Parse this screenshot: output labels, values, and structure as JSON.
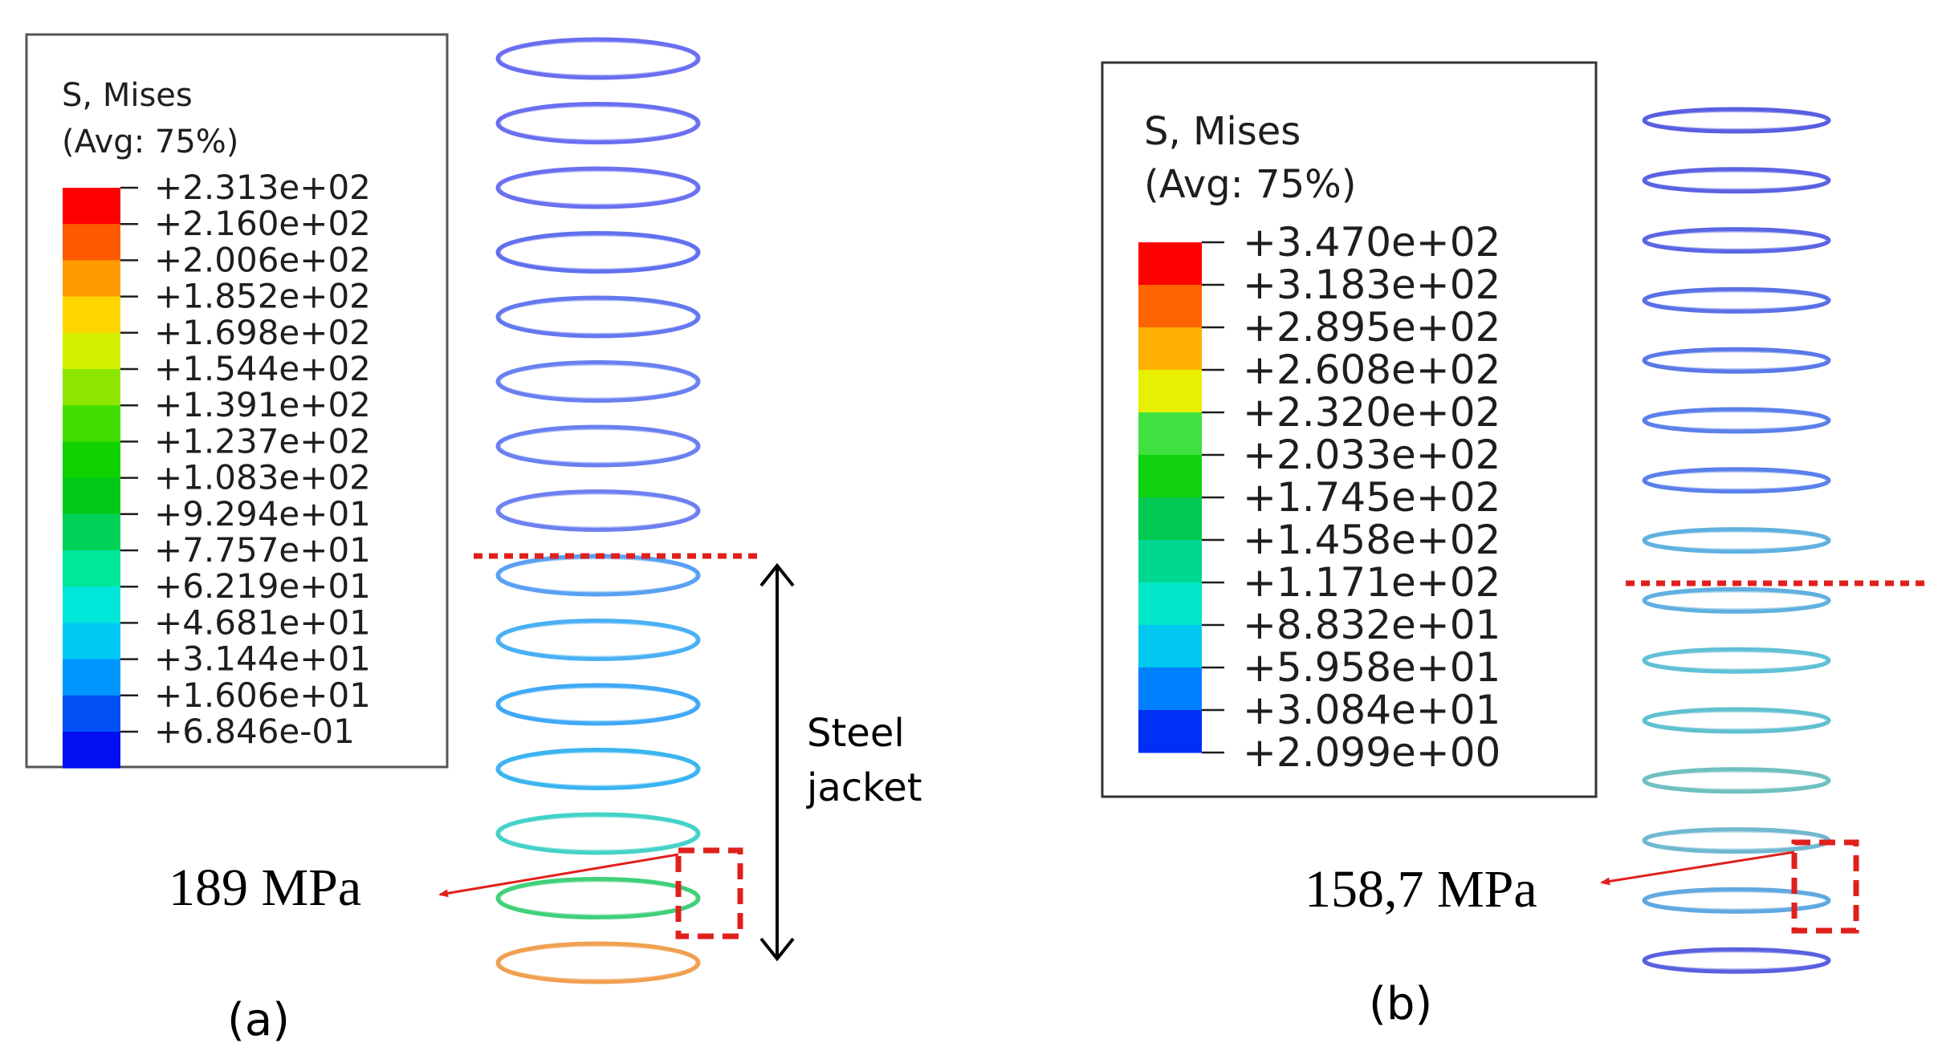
{
  "panels": [
    {
      "id": "a",
      "caption": "(a)",
      "legend": {
        "title_line1": "S, Mises",
        "title_line2": "(Avg: 75%)",
        "labels": [
          "+2.313e+02",
          "+2.160e+02",
          "+2.006e+02",
          "+1.852e+02",
          "+1.698e+02",
          "+1.544e+02",
          "+1.391e+02",
          "+1.237e+02",
          "+1.083e+02",
          "+9.294e+01",
          "+7.757e+01",
          "+6.219e+01",
          "+4.681e+01",
          "+3.144e+01",
          "+1.606e+01",
          "+6.846e-01"
        ],
        "colors": [
          "#ff0000",
          "#ff5a00",
          "#ff9a00",
          "#ffd500",
          "#d2f000",
          "#8ee600",
          "#44dd00",
          "#10d200",
          "#00c819",
          "#00d257",
          "#00e69b",
          "#00e6d8",
          "#00c8f5",
          "#0096ff",
          "#0050f5",
          "#0010f0"
        ]
      },
      "annotation": {
        "stress": "189 MPa",
        "side_label_line1": "Steel",
        "side_label_line2": "jacket"
      },
      "rings": [
        "#6a6ef0",
        "#6a6ef0",
        "#6a70f0",
        "#6070ee",
        "#6478ee",
        "#6a80f0",
        "#6a80f0",
        "#6e80f0",
        "#5aa0f2",
        "#4ab0f4",
        "#40a8f6",
        "#3ab4f0",
        "#44d2c8",
        "#40d07a",
        "#f0a050"
      ]
    },
    {
      "id": "b",
      "caption": "(b)",
      "legend": {
        "title_line1": "S, Mises",
        "title_line2": "(Avg: 75%)",
        "labels": [
          "+3.470e+02",
          "+3.183e+02",
          "+2.895e+02",
          "+2.608e+02",
          "+2.320e+02",
          "+2.033e+02",
          "+1.745e+02",
          "+1.458e+02",
          "+1.171e+02",
          "+8.832e+01",
          "+5.958e+01",
          "+3.084e+01",
          "+2.099e+00"
        ],
        "colors": [
          "#ff0000",
          "#ff6400",
          "#ffb000",
          "#e6f000",
          "#40e040",
          "#10d210",
          "#00c850",
          "#00d890",
          "#00e6c8",
          "#00c8f0",
          "#0080ff",
          "#0030f5"
        ]
      },
      "annotation": {
        "stress": "158,7 MPa"
      },
      "rings": [
        "#5a5ee0",
        "#5a62e2",
        "#5a66e4",
        "#5a70e6",
        "#5a78e8",
        "#5a80ea",
        "#5a80ea",
        "#60b0e0",
        "#60b0e0",
        "#60c0d8",
        "#60c0d0",
        "#70c0c0",
        "#70b8d0",
        "#60a8e0",
        "#5a60e0"
      ]
    }
  ]
}
